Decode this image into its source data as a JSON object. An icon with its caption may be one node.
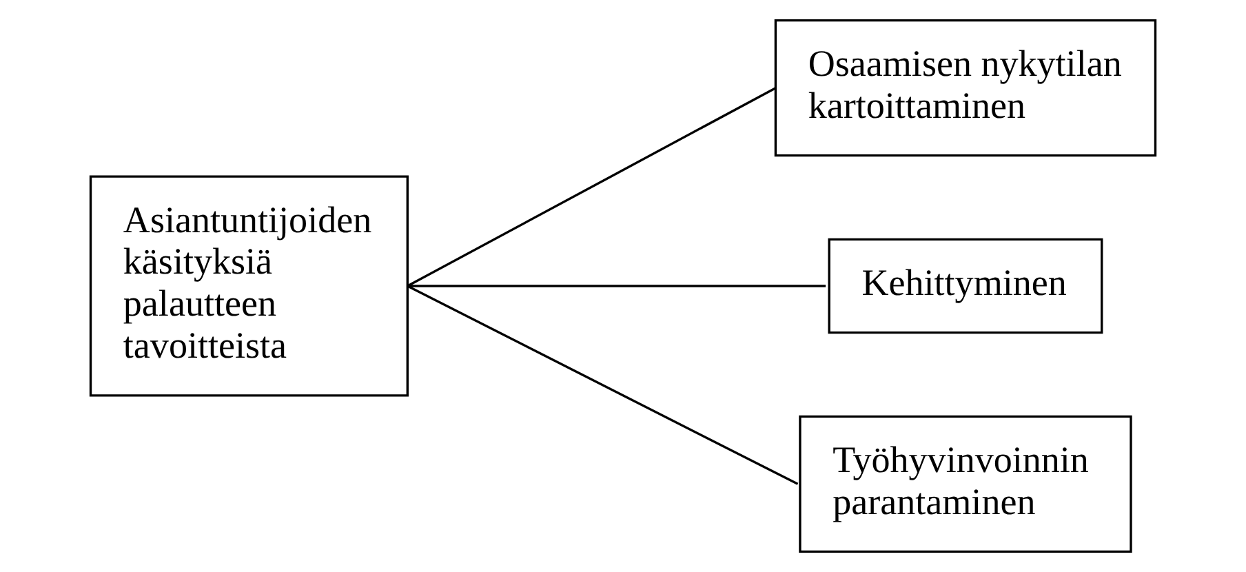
{
  "diagram": {
    "nodes": [
      {
        "text": [
          "Asiantuntijoiden käsityksiä palautteen tavoitteista"
        ]
      },
      {
        "text": [
          "Osaamisen nykytilan kartoittaminen"
        ]
      },
      {
        "text": [
          "Kehittyminen"
        ]
      },
      {
        "text": [
          "Työhyvinvoinnin parantaminen"
        ]
      }
    ],
    "edges": [
      {
        "from": 0,
        "to": 1,
        "arrow": "none"
      },
      {
        "from": 0,
        "to": 2,
        "arrow": "none"
      },
      {
        "from": 0,
        "to": 3,
        "arrow": "none"
      }
    ]
  }
}
